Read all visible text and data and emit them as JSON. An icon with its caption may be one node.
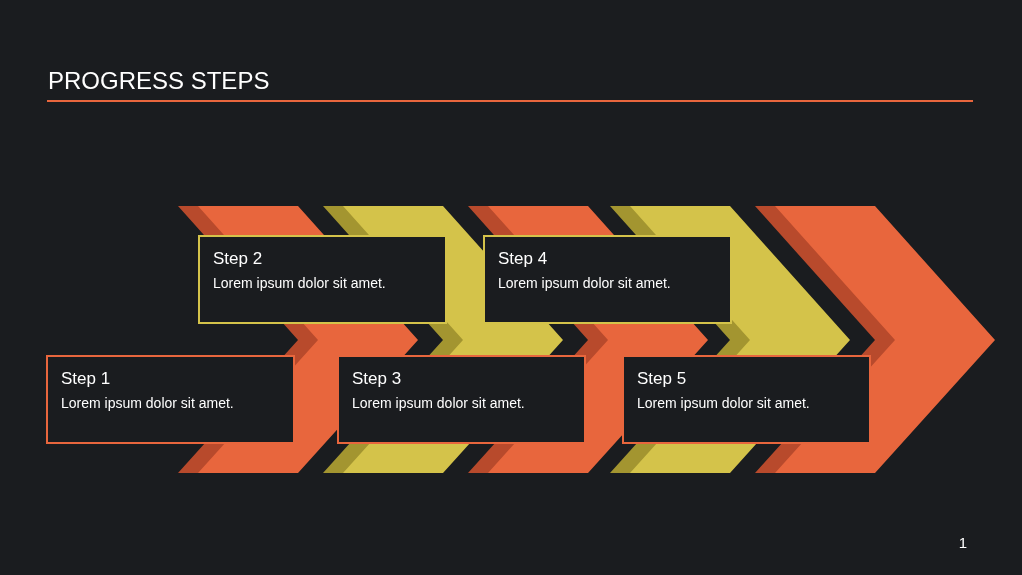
{
  "diagram": {
    "title": "PROGRESS STEPS",
    "nodes": [
      {
        "text": [
          "Step 1",
          "Lorem ipsum dolor sit amet."
        ]
      },
      {
        "text": [
          "Step 2",
          "Lorem ipsum dolor sit amet."
        ]
      },
      {
        "text": [
          "Step 3",
          "Lorem ipsum dolor sit amet."
        ]
      },
      {
        "text": [
          "Step 4",
          "Lorem ipsum dolor sit amet."
        ]
      },
      {
        "text": [
          "Step 5",
          "Lorem ipsum dolor sit amet."
        ]
      }
    ],
    "labels": [
      "1"
    ]
  }
}
